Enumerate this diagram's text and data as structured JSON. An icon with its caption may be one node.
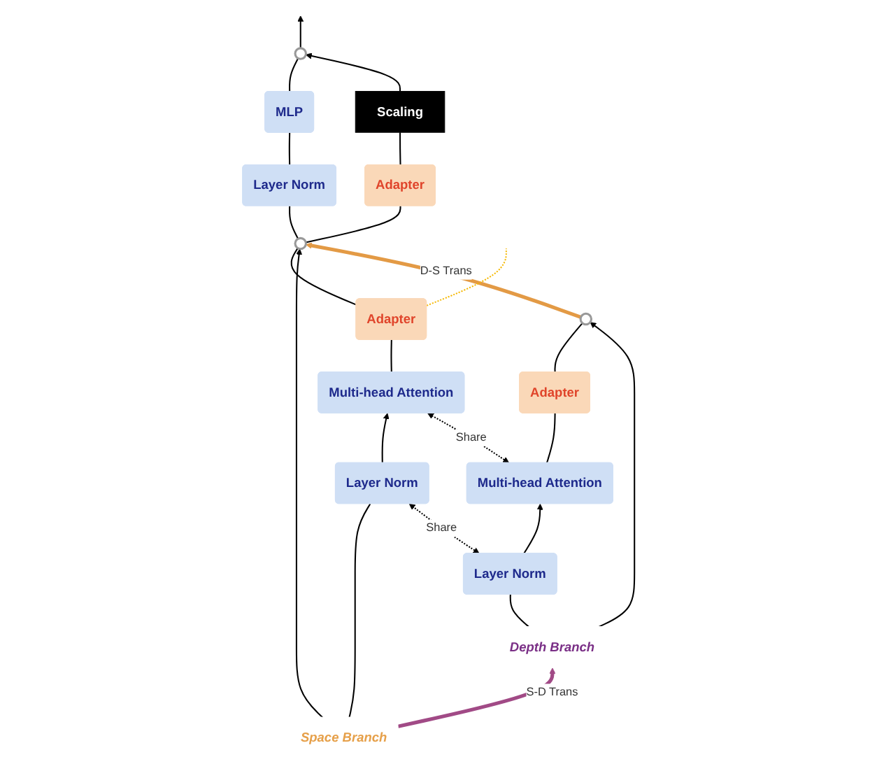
{
  "diagram": {
    "nodes": [
      {
        "text": [],
        "shape": "circle"
      },
      {
        "text": [
          "Scaling"
        ]
      },
      {
        "text": [
          "MLP"
        ]
      },
      {
        "text": [
          "Adapter"
        ]
      },
      {
        "text": [
          "Layer Norm"
        ]
      },
      {
        "text": [],
        "shape": "circle"
      },
      {
        "text": [],
        "shape": "circle"
      },
      {
        "text": [
          "Adapter"
        ]
      },
      {
        "text": [
          "Adapter"
        ]
      },
      {
        "text": [
          "Multi-head Attention"
        ]
      },
      {
        "text": [
          "Multi-head Attention"
        ]
      },
      {
        "text": [
          "Layer Norm"
        ]
      },
      {
        "text": [
          "Layer Norm"
        ]
      },
      {
        "text": [
          "Depth Branch"
        ]
      },
      {
        "text": [
          "Space Branch"
        ]
      }
    ],
    "edges": [
      {
        "from": 13,
        "to": 11,
        "arrow": "none"
      },
      {
        "from": 11,
        "to": 9,
        "arrow": "to"
      },
      {
        "from": 9,
        "to": 7,
        "arrow": "none"
      },
      {
        "from": 7,
        "to": 5,
        "arrow": "none"
      },
      {
        "from": 13,
        "to": 5,
        "arrow": "to"
      },
      {
        "from": 14,
        "to": 12,
        "arrow": "none"
      },
      {
        "from": 12,
        "to": 10,
        "arrow": "to"
      },
      {
        "from": 10,
        "to": 8,
        "arrow": "none"
      },
      {
        "from": 8,
        "to": 6,
        "arrow": "none"
      },
      {
        "from": 14,
        "to": 6,
        "arrow": "to"
      },
      {
        "from": 14,
        "to": 13,
        "label": "S-D Trans",
        "arrow": "to",
        "style": "thick",
        "color": "#a14a86"
      },
      {
        "from": 5,
        "to": 6,
        "label": "D-S Trans",
        "arrow": "to",
        "style": "thick",
        "color": "#e39a45"
      },
      {
        "from": 9,
        "to": 10,
        "label": "Share",
        "arrow": "both",
        "style": "dashed"
      },
      {
        "from": 11,
        "to": 12,
        "label": "Share",
        "arrow": "both",
        "style": "dashed"
      },
      {
        "from": 6,
        "to": 4,
        "arrow": "none"
      },
      {
        "from": 4,
        "to": 2,
        "arrow": "none"
      },
      {
        "from": 2,
        "to": 0,
        "arrow": "none"
      },
      {
        "from": 6,
        "to": 3,
        "arrow": "none"
      },
      {
        "from": 3,
        "to": 1,
        "arrow": "none"
      },
      {
        "from": 1,
        "to": 0,
        "arrow": "to"
      },
      {
        "from": 0,
        "to": null,
        "arrow": "to"
      },
      {
        "from": 8,
        "to": null,
        "arrow": "none",
        "style": "dashed",
        "color": "#f5b800"
      }
    ]
  }
}
